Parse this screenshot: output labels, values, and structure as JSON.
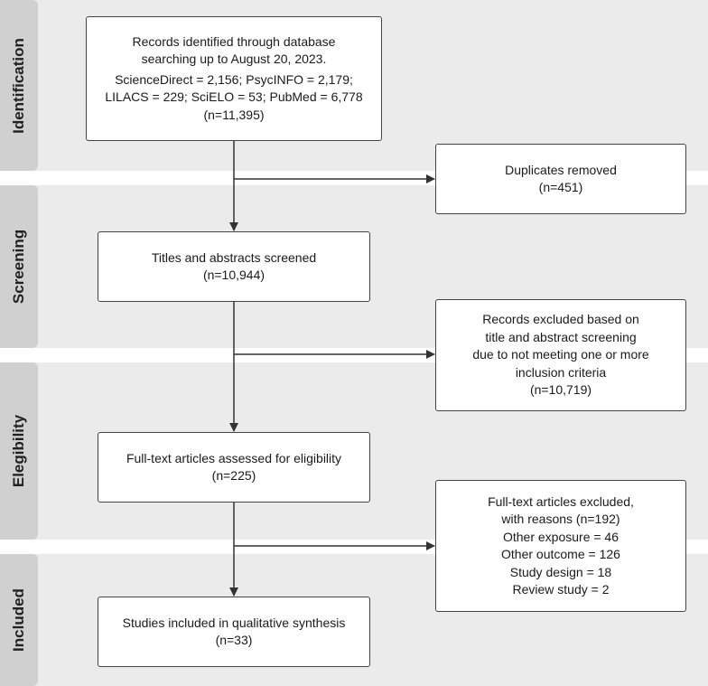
{
  "phases": {
    "identification": "Identification",
    "screening": "Screening",
    "eligibility": "Elegibility",
    "included": "Included"
  },
  "boxes": {
    "records_identified": {
      "lines": [
        "Records identified through database",
        "searching up to August 20, 2023.",
        "ScienceDirect = 2,156; PsycINFO = 2,179;",
        "LILACS = 229; SciELO = 53; PubMed = 6,778",
        "(n=11,395)"
      ]
    },
    "duplicates_removed": {
      "lines": [
        "Duplicates removed",
        "(n=451)"
      ]
    },
    "titles_screened": {
      "lines": [
        "Titles and abstracts screened",
        "(n=10,944)"
      ]
    },
    "records_excluded": {
      "lines": [
        "Records excluded based on",
        "title and abstract screening",
        "due to not meeting one or more",
        "inclusion criteria",
        "(n=10,719)"
      ]
    },
    "fulltext_assessed": {
      "lines": [
        "Full-text articles assessed for eligibility",
        "(n=225)"
      ]
    },
    "fulltext_excluded": {
      "lines": [
        "Full-text articles excluded,",
        "with reasons (n=192)",
        "Other exposure = 46",
        "Other outcome = 126",
        "Study design = 18",
        "Review study = 2"
      ]
    },
    "studies_included": {
      "lines": [
        "Studies included in qualitative synthesis",
        "(n=33)"
      ]
    }
  }
}
